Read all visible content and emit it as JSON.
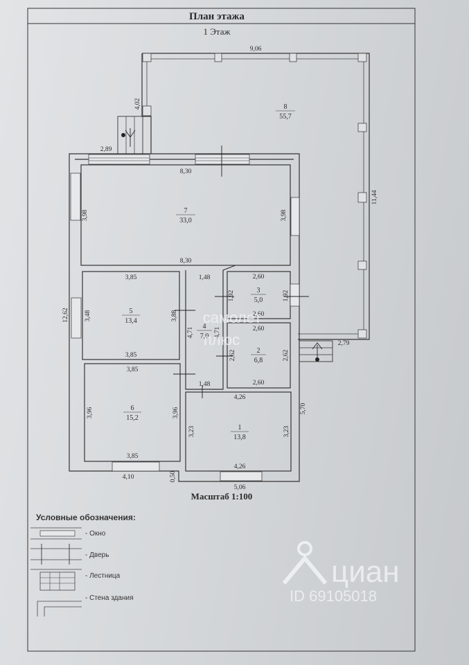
{
  "header": {
    "title": "План этажа",
    "floor": "1 Этаж"
  },
  "rooms": [
    {
      "num": "1",
      "area": "13,8"
    },
    {
      "num": "2",
      "area": "6,8"
    },
    {
      "num": "3",
      "area": "5,0"
    },
    {
      "num": "4",
      "area": "7,0"
    },
    {
      "num": "5",
      "area": "13,4"
    },
    {
      "num": "6",
      "area": "15,2"
    },
    {
      "num": "7",
      "area": "33,0"
    },
    {
      "num": "8",
      "area": "55,7"
    }
  ],
  "dims": {
    "terrace_top": "9,06",
    "terrace_left": "4,02",
    "terrace_right": "11,44",
    "porch_left": "2,89",
    "porch_right": "2,79",
    "r7_top": "8,30",
    "r7_left": "3,98",
    "r7_right": "3,98",
    "r7_bottom": "8,30",
    "r5_top": "3,85",
    "r5_left": "3,48",
    "r5_right": "3,88",
    "r5_bottom": "3,85",
    "r6_top": "3,85",
    "r6_left": "3,96",
    "r6_right": "3,96",
    "r6_bottom": "3,85",
    "r4_top": "1,48",
    "r4_left": "4,71",
    "r4_right": "4,71",
    "r4_bottom": "1,48",
    "r3_top": "2,60",
    "r3_left": "1,92",
    "r3_right": "1,92",
    "r3_bottom": "2,60",
    "r2_top": "2,60",
    "r2_left": "2,62",
    "r2_right": "2,62",
    "r2_bottom": "2,60",
    "r1_top": "4,26",
    "r1_left": "3,23",
    "r1_right": "3,23",
    "r1_bottom": "4,26",
    "overall_left": "12,62",
    "right_lower": "5,70",
    "bottom_left": "4,10",
    "bottom_step": "0,50",
    "bottom_right": "5,06"
  },
  "scale": "Масштаб 1:100",
  "legend": {
    "title": "Условные обозначения:",
    "items": [
      "- Окно",
      "- Дверь",
      "- Лестница",
      "- Стена здания"
    ]
  },
  "watermarks": {
    "center_line1": "самолет",
    "center_line2": "плюс",
    "brand": "циан",
    "id": "ID 69105018"
  }
}
